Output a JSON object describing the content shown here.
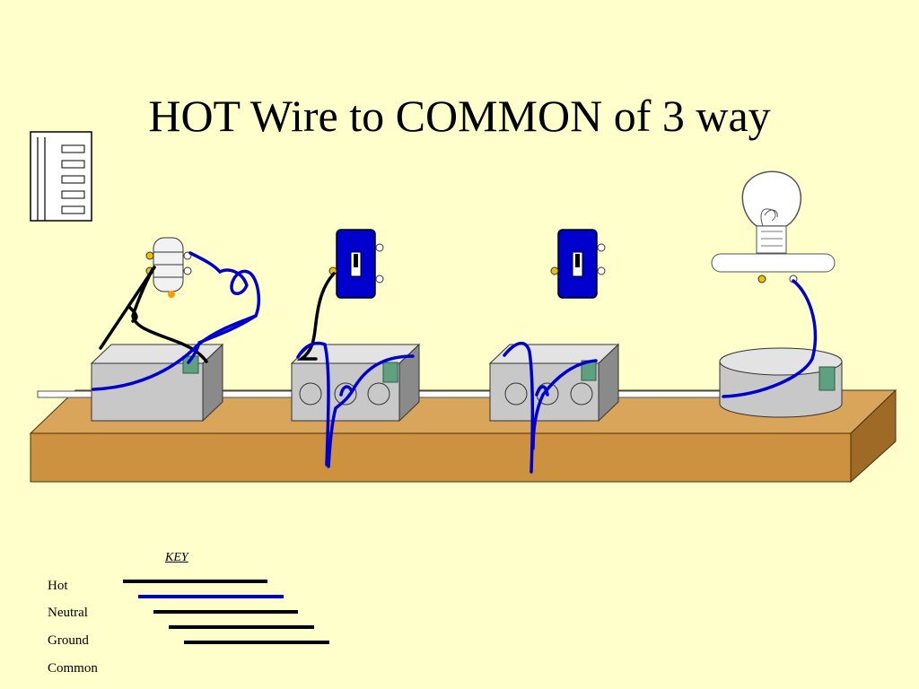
{
  "title": "HOT Wire to COMMON of 3 way",
  "key": {
    "title": "KEY",
    "items": [
      {
        "label": "Hot",
        "color": "#000000"
      },
      {
        "label": "Neutral",
        "color": "#0000cc"
      },
      {
        "label": "Ground",
        "color": "#000000"
      },
      {
        "label": "Common",
        "color": "#000000"
      }
    ]
  },
  "colors": {
    "background": "#ffffcc",
    "board": "#cc9240",
    "box": "#c8c8c8",
    "switch": "#0000cc",
    "neutral_wire": "#0000cc",
    "hot_wire": "#000000",
    "clamp": "#5fa080"
  },
  "components": [
    {
      "name": "panel",
      "icon": "breaker-panel-icon"
    },
    {
      "name": "receptacle",
      "icon": "receptacle-icon"
    },
    {
      "name": "three-way-switch-1",
      "icon": "switch-icon"
    },
    {
      "name": "three-way-switch-2",
      "icon": "switch-icon"
    },
    {
      "name": "light-fixture",
      "icon": "light-bulb-icon"
    }
  ]
}
